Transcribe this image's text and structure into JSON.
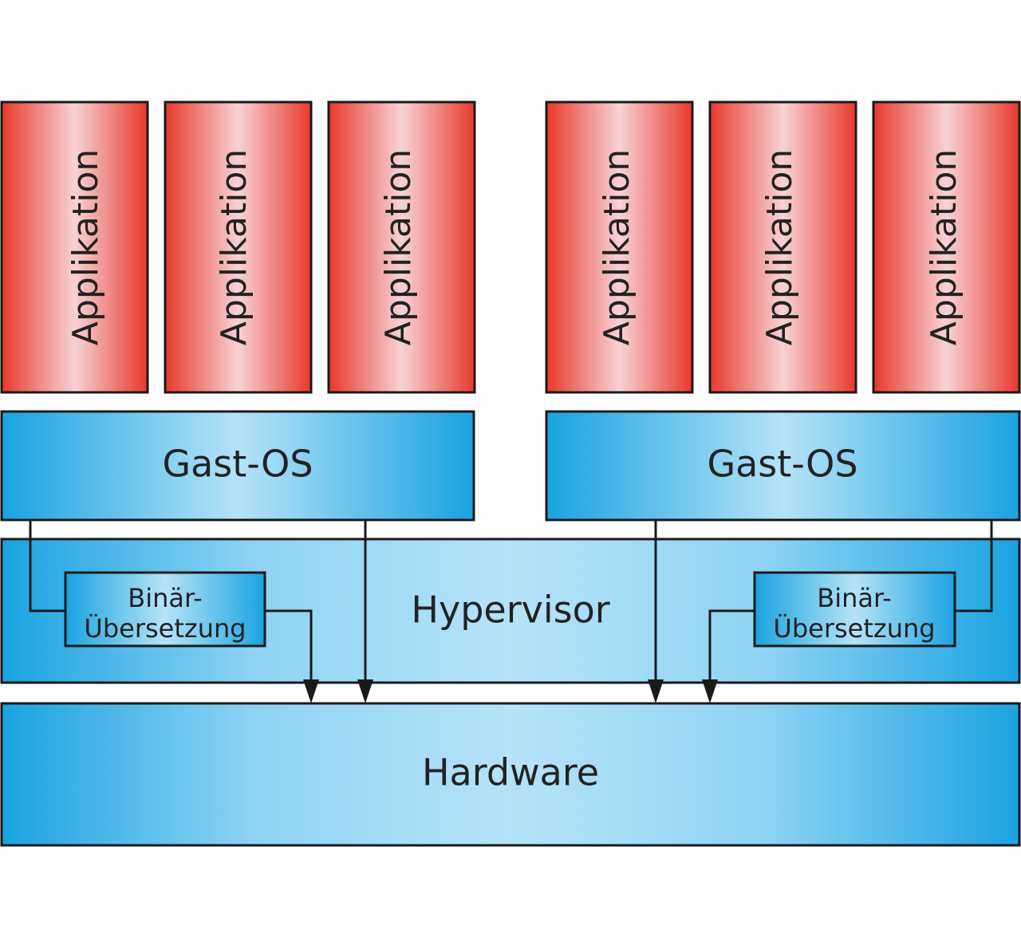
{
  "applications": [
    {
      "label": "Applikation"
    },
    {
      "label": "Applikation"
    },
    {
      "label": "Applikation"
    },
    {
      "label": "Applikation"
    },
    {
      "label": "Applikation"
    },
    {
      "label": "Applikation"
    }
  ],
  "guest_os": [
    {
      "label": "Gast-OS"
    },
    {
      "label": "Gast-OS"
    }
  ],
  "hypervisor": {
    "label": "Hypervisor"
  },
  "binary_translation": [
    {
      "line1": "Binär-",
      "line2": "Übersetzung"
    },
    {
      "line1": "Binär-",
      "line2": "Übersetzung"
    }
  ],
  "hardware": {
    "label": "Hardware"
  },
  "colors": {
    "app_edge": "#e8392b",
    "app_center": "#f7d2d6",
    "blue_edge": "#1aa3e0",
    "blue_center": "#b5e3f8",
    "line": "#1a1a1a"
  }
}
